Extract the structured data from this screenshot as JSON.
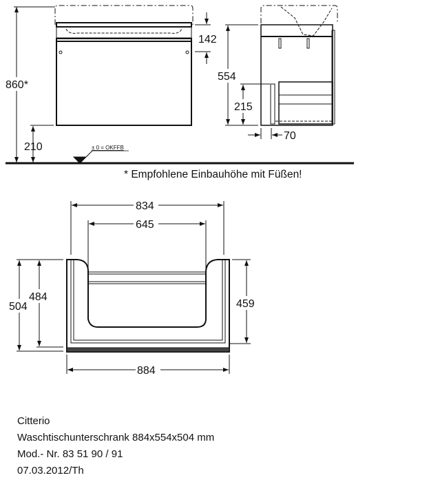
{
  "dimensions": {
    "total_height": "860*",
    "floor_clearance": "210",
    "top_offset": "142",
    "side_height": "554",
    "drawer_height": "215",
    "side_offset": "70",
    "top_width_outer": "834",
    "top_width_inner": "645",
    "depth_total": "504",
    "depth_inner": "484",
    "depth_right": "459",
    "width_total": "884"
  },
  "floor_marker": "± 0 = OKFFB",
  "note": "* Empfohlene Einbauhöhe mit Füßen!",
  "footer": {
    "product": "Citterio",
    "description": "Waschtischunterschrank 884x554x504 mm",
    "model": "Mod.- Nr. 83 51 90 / 91",
    "date": "07.03.2012/Th"
  }
}
